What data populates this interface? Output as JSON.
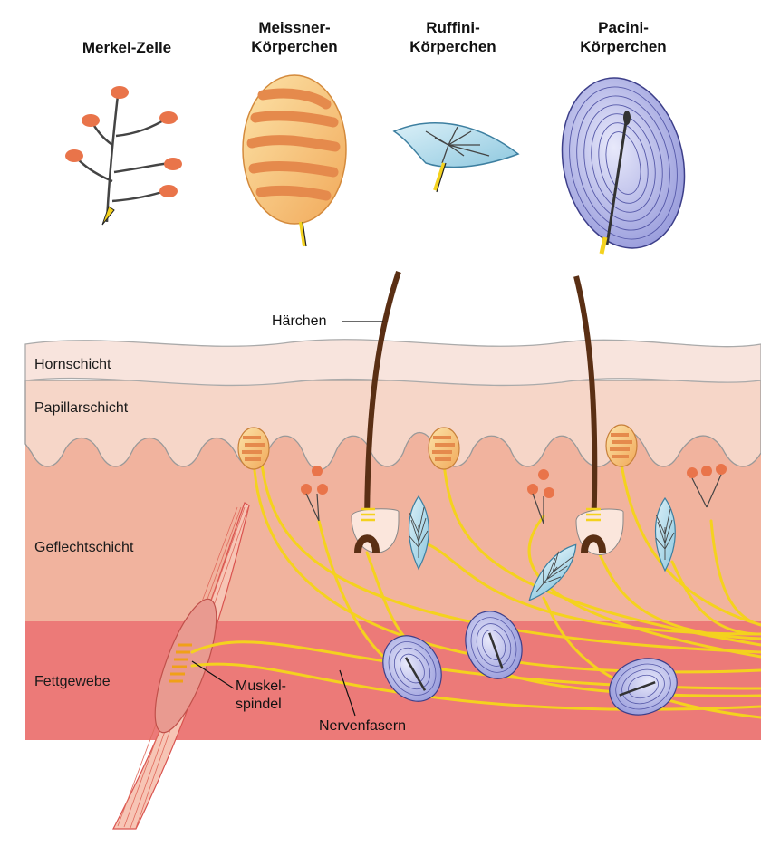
{
  "receptors": [
    {
      "line1": "Merkel-Zelle",
      "line2": ""
    },
    {
      "line1": "Meissner-",
      "line2": "Körperchen"
    },
    {
      "line1": "Ruffini-",
      "line2": "Körperchen"
    },
    {
      "line1": "Pacini-",
      "line2": "Körperchen"
    }
  ],
  "layers": {
    "hornschicht": "Hornschicht",
    "papillarschicht": "Papillarschicht",
    "geflechtschicht": "Geflechtschicht",
    "fettgewebe": "Fettgewebe"
  },
  "callouts": {
    "haerchen": "Härchen",
    "muskelspindel_line1": "Muskel-",
    "muskelspindel_line2": "spindel",
    "nervenfasern": "Nervenfasern"
  },
  "colors": {
    "horn": "#f7e3dc",
    "papillar": "#f4c9b8",
    "geflecht": "#f0b29c",
    "fett": "#ec7a78",
    "nerve": "#f4d21e",
    "merkel": "#e9744a",
    "meissner": "#f6c46a",
    "ruffini": "#a9d6e8",
    "pacini": "#9a9ee0",
    "hair": "#5a2f14"
  }
}
